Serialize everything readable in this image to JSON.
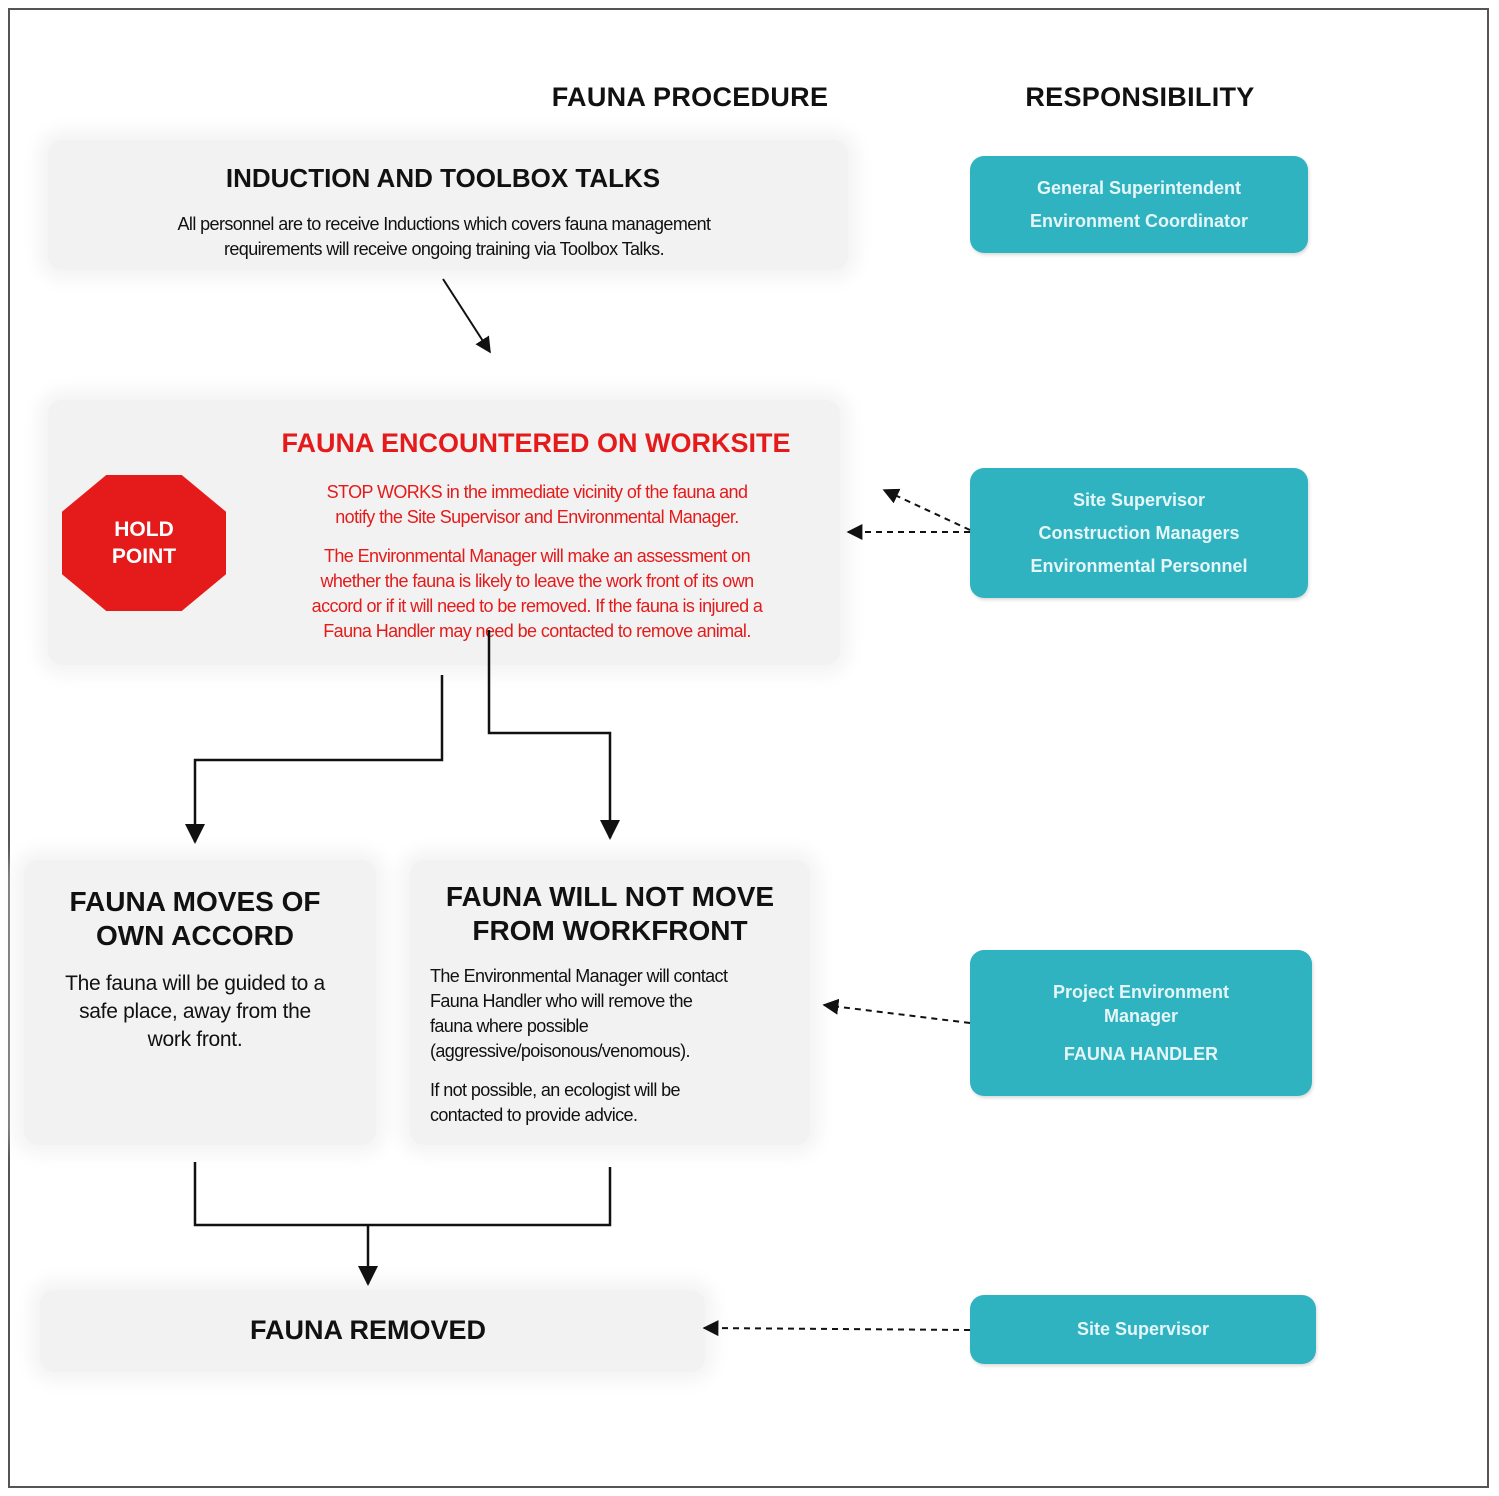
{
  "headers": {
    "procedure": "FAUNA PROCEDURE",
    "responsibility": "RESPONSIBILITY"
  },
  "induction": {
    "title": "INDUCTION AND TOOLBOX TALKS",
    "line1": "All personnel are to receive Inductions which covers fauna management",
    "line2": "requirements will receive ongoing training via Toolbox Talks."
  },
  "encountered": {
    "title": "FAUNA ENCOUNTERED ON WORKSITE",
    "para1_line1": "STOP WORKS in the immediate vicinity of the fauna and",
    "para1_line2": "notify the Site Supervisor and Environmental Manager.",
    "para2_line1": "The Environmental Manager will make an assessment on",
    "para2_line2": "whether the fauna is likely to leave the work front of its own",
    "para2_line3": "accord or if it will need to be removed. If the fauna is injured a",
    "para2_line4": "Fauna Handler may need be contacted to remove animal.",
    "hold_line1": "HOLD",
    "hold_line2": "POINT"
  },
  "moves": {
    "title_line1": "FAUNA MOVES OF",
    "title_line2": "OWN ACCORD",
    "text_line1": "The fauna will be guided to a",
    "text_line2": "safe place, away from the",
    "text_line3": "work front."
  },
  "not_move": {
    "title_line1": "FAUNA WILL NOT MOVE",
    "title_line2": "FROM WORKFRONT",
    "text_line1": "The Environmental Manager will contact",
    "text_line2": "Fauna Handler who will remove the",
    "text_line3": "fauna where possible",
    "text_line4": "(aggressive/poisonous/venomous).",
    "text_line5": "If not possible, an ecologist will be",
    "text_line6": "contacted to provide advice."
  },
  "removed": {
    "title": "FAUNA REMOVED"
  },
  "responsibility": {
    "box1": [
      "General Superintendent",
      "Environment Coordinator"
    ],
    "box2": [
      "Site Supervisor",
      "Construction Managers",
      "Environmental Personnel"
    ],
    "box3": [
      "Project Environment",
      "Manager",
      "FAUNA HANDLER"
    ],
    "box4": [
      "Site Supervisor"
    ]
  },
  "colors": {
    "hold_point": "#e51b1b",
    "responsibility_box": "#2fb3c0",
    "warning_text": "#e51b1b"
  }
}
